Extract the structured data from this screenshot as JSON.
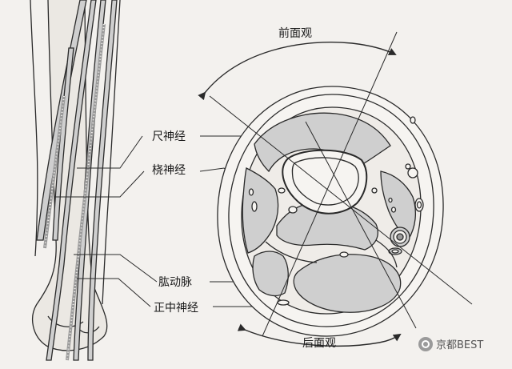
{
  "labels": {
    "ulnar_nerve": "尺神经",
    "radial_nerve": "桡神经",
    "brachial_artery": "肱动脉",
    "median_nerve": "正中神经",
    "anterior_view": "前面观",
    "posterior_view": "后面观"
  },
  "watermark": {
    "text": "京都BEST"
  },
  "colors": {
    "background": "#f3f1ee",
    "line": "#2a2a2a",
    "fill": "#cfcfcf"
  }
}
